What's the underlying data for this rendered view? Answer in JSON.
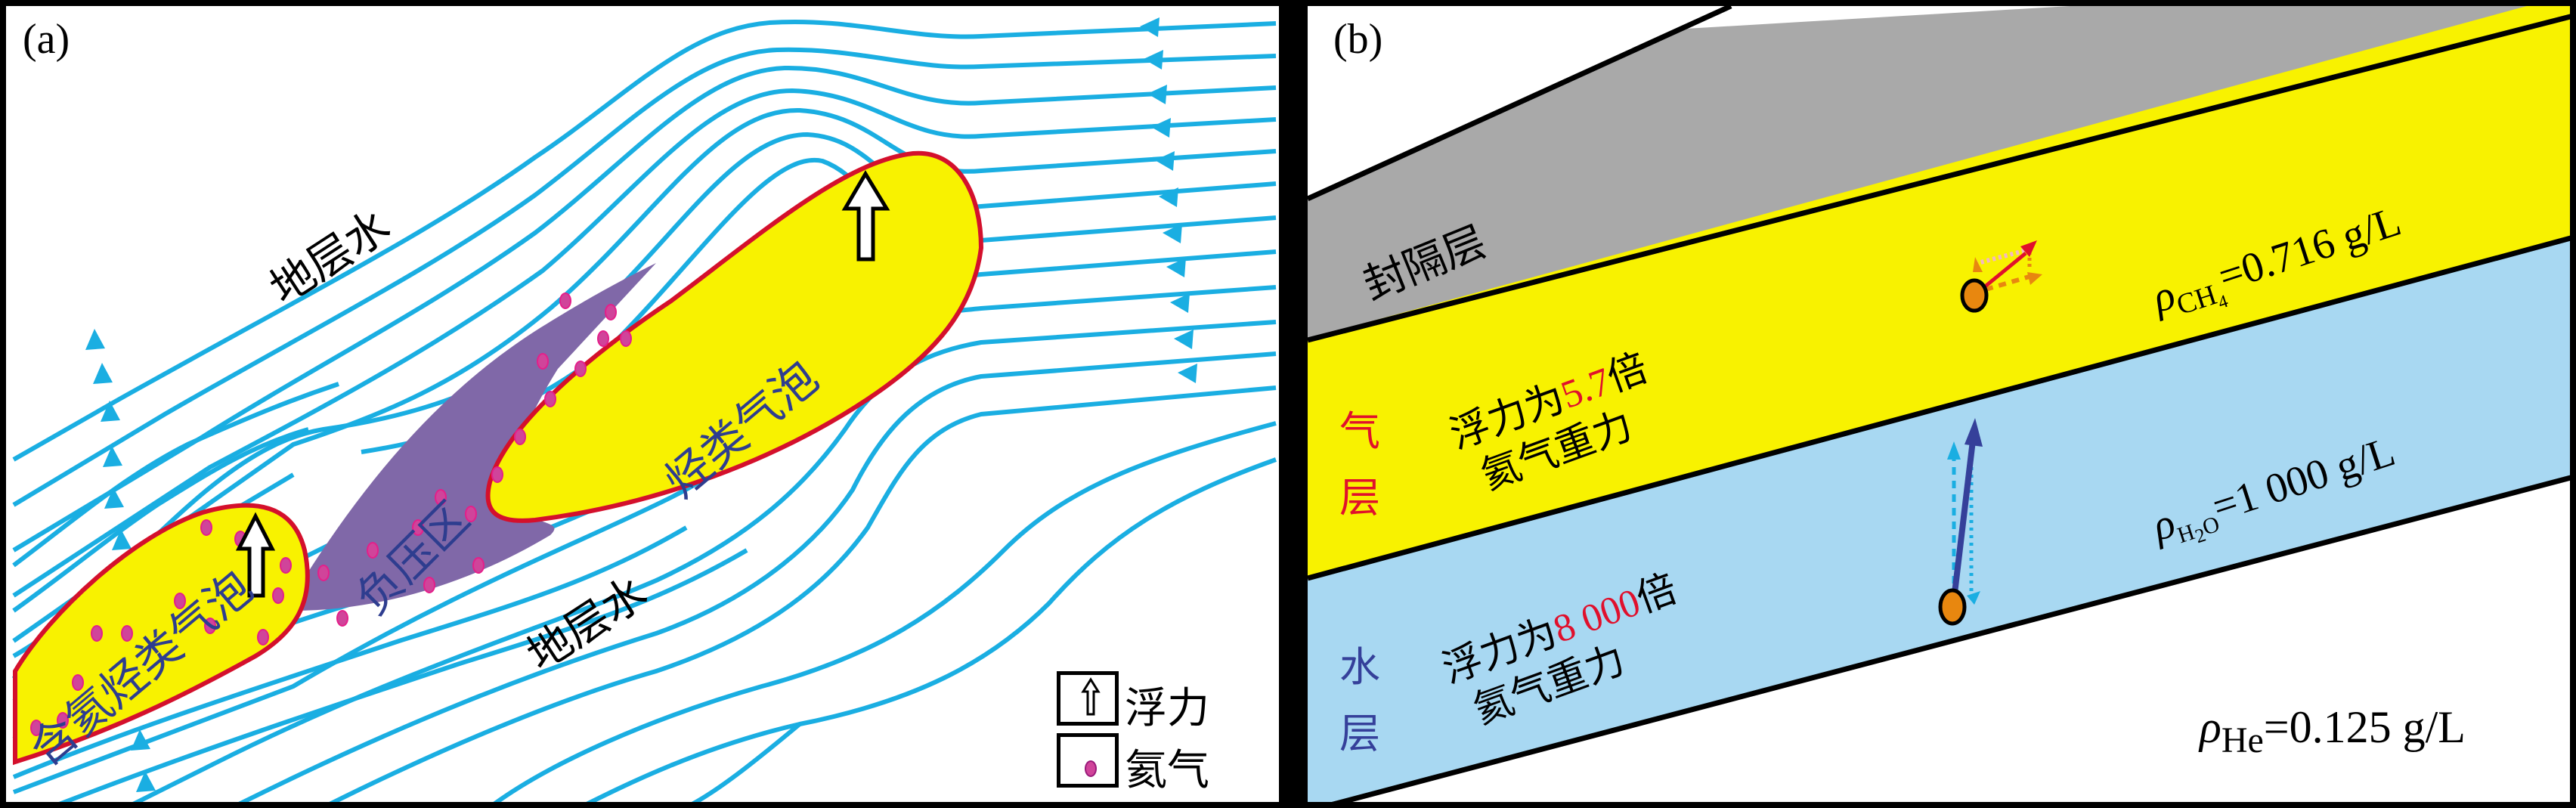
{
  "panel_a": {
    "label": "(a)",
    "water_label_upper": "地层水",
    "water_label_lower": "地层水",
    "small_bubble_label": "含氦烃类气泡",
    "large_bubble_label": "烃类气泡",
    "low_pressure_label": "负压区",
    "legend": {
      "buoyancy_label": "浮力",
      "helium_label": "氦气"
    },
    "colors": {
      "streamline": "#1aaee2",
      "bubble_fill": "#f8f200",
      "bubble_edge": "#d4102c",
      "low_pressure": "#8068a8",
      "helium_dot": "#d0449a",
      "text_blue": "#2e3d8f"
    }
  },
  "panel_b": {
    "label": "(b)",
    "seal_label": "封隔层",
    "gas_layer_label": [
      "气",
      "层"
    ],
    "water_layer_label": [
      "水",
      "层"
    ],
    "gas_buoyancy": {
      "prefix": "浮力为",
      "value": "5.7",
      "suffix": "倍",
      "line2": "氦气重力"
    },
    "water_buoyancy": {
      "prefix": "浮力为",
      "value": "8 000",
      "suffix": "倍",
      "line2": "氦气重力"
    },
    "densities": {
      "ch4": {
        "symbol": "ρ",
        "sub": "CH",
        "subsub": "4",
        "value": "=0.716 g/L"
      },
      "h2o": {
        "symbol": "ρ",
        "sub": "H",
        "subsub": "2",
        "sub_tail": "O",
        "value": "=1 000 g/L"
      },
      "he": {
        "symbol": "ρ",
        "sub": "He",
        "value": "=0.125 g/L"
      }
    },
    "colors": {
      "seal": "#a9a9a9",
      "gas": "#f8f200",
      "water": "#a8d8f2",
      "particle": "#e8870f",
      "gas_arrow": "#e0102c",
      "water_arrow": "#35409a",
      "red_text": "#e0102c",
      "blue_text": "#35409a"
    }
  }
}
